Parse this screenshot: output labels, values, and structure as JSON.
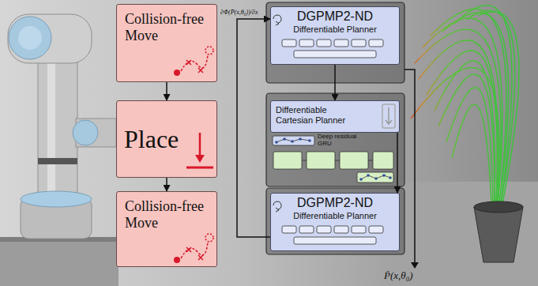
{
  "diagram": {
    "nodes": [
      {
        "text": [
          "Collision-free Move"
        ]
      },
      {
        "text": [
          "Place"
        ]
      },
      {
        "text": [
          "Collision-free Move"
        ]
      },
      {
        "text": [
          "DGPMP2-ND",
          "Differentiable Planner"
        ]
      },
      {
        "text": [
          "Differentiable Cartesian Planner"
        ]
      },
      {
        "text": [
          "DGPMP2-ND",
          "Differentiable Planner"
        ]
      }
    ],
    "edges": [
      {
        "from": 0,
        "to": 1,
        "arrow": "to"
      },
      {
        "from": 1,
        "to": 2,
        "arrow": "to"
      },
      {
        "from": 3,
        "to": 4,
        "arrow": "to"
      },
      {
        "from": 4,
        "to": 5,
        "arrow": "to"
      },
      {
        "from": 5,
        "to": 3,
        "label": "∂Φ(P̄(x,θ₀))/∂x",
        "arrow": "to"
      }
    ],
    "labels": [
      "Deep residual GRU",
      "P̄(x,θ₀)"
    ]
  }
}
